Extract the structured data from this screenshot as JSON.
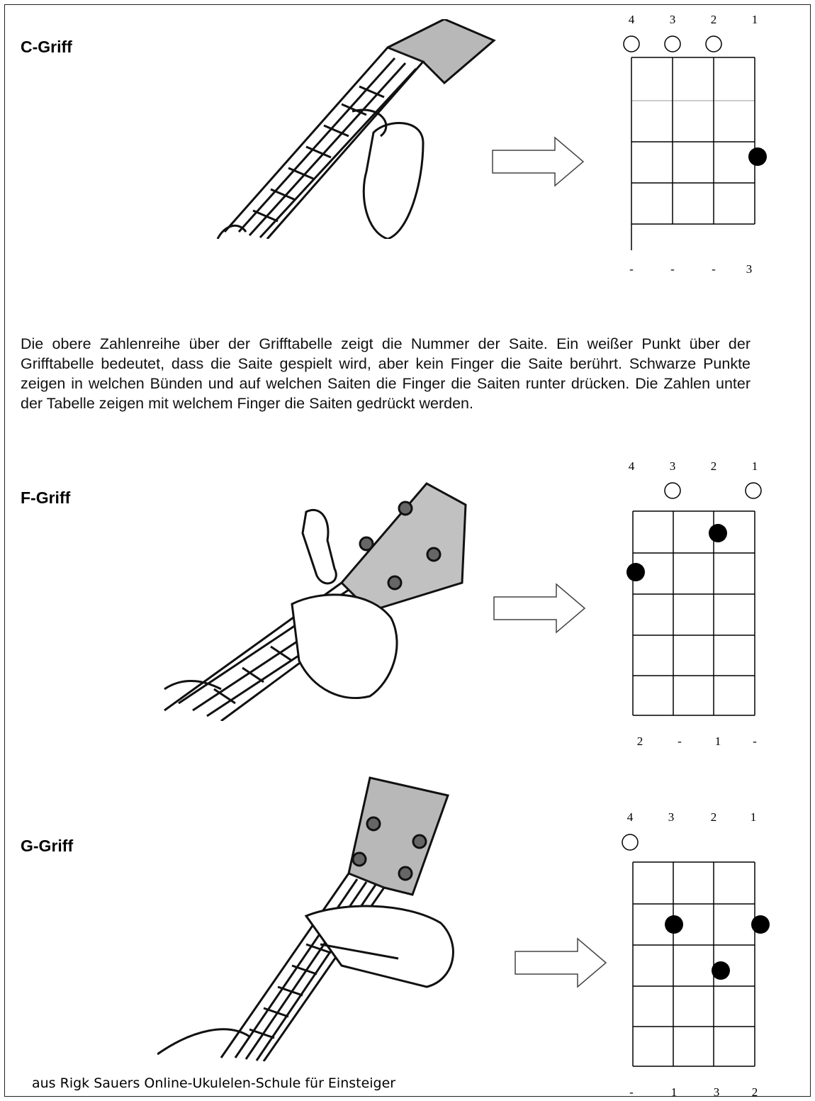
{
  "chords": [
    {
      "name": "C-Griff",
      "string_numbers": [
        "4",
        "3",
        "2",
        "1"
      ],
      "open_strings": [
        true,
        true,
        true,
        false
      ],
      "dots": [
        {
          "string": 1,
          "fret": 3
        }
      ],
      "fingers": [
        "-",
        "-",
        "-",
        "3"
      ]
    },
    {
      "name": "F-Griff",
      "string_numbers": [
        "4",
        "3",
        "2",
        "1"
      ],
      "open_strings": [
        false,
        true,
        false,
        true
      ],
      "dots": [
        {
          "string": 2,
          "fret": 1
        },
        {
          "string": 4,
          "fret": 2
        }
      ],
      "fingers": [
        "2",
        "-",
        "1",
        "-"
      ]
    },
    {
      "name": "G-Griff",
      "string_numbers": [
        "4",
        "3",
        "2",
        "1"
      ],
      "open_strings": [
        true,
        false,
        false,
        false
      ],
      "dots": [
        {
          "string": 3,
          "fret": 2
        },
        {
          "string": 1,
          "fret": 2
        },
        {
          "string": 2,
          "fret": 3
        }
      ],
      "fingers": [
        "-",
        "1",
        "3",
        "2"
      ]
    }
  ],
  "explanation": "Die obere Zahlenreihe über der Grifftabelle zeigt die Nummer der Saite.  Ein weißer Punkt über der Grifftabelle bedeutet, dass die Saite gespielt wird, aber kein Finger die Saite berührt. Schwarze Punkte zeigen in welchen Bünden und auf welchen Saiten die Finger die Saiten runter drücken. Die Zahlen unter der Tabelle zeigen mit welchem Finger die Saiten gedrückt werden.",
  "footer": "aus Rigk Sauers Online-Ukulelen-Schule für Einsteiger",
  "icons": {
    "photo": "hand-on-ukulele-neck-illustration",
    "arrow": "right-arrow-outline-icon"
  }
}
